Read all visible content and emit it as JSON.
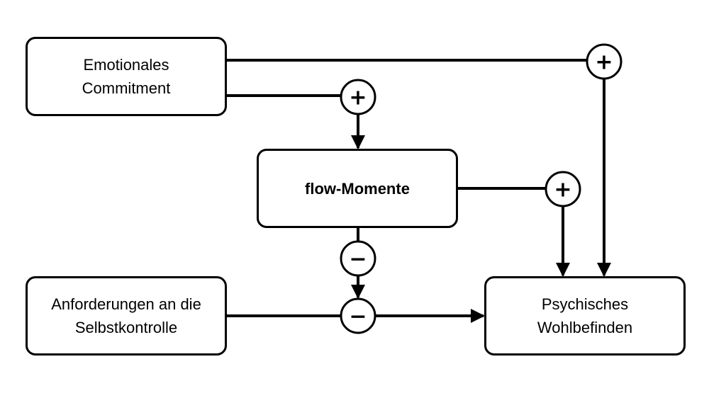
{
  "boxes": {
    "commitment": {
      "line1": "Emotionales",
      "line2": "Commitment"
    },
    "flow": {
      "label": "flow-Momente"
    },
    "selfcontrol": {
      "line1": "Anforderungen an die",
      "line2": "Selbstkontrolle"
    },
    "wellbeing": {
      "line1": "Psychisches",
      "line2": "Wohlbefinden"
    }
  },
  "signs": {
    "commitment_to_wellbeing": "+",
    "commitment_to_flow": "+",
    "flow_to_wellbeing": "+",
    "flow_moderation": "−",
    "selfcontrol_to_wellbeing": "−"
  },
  "colors": {
    "stroke": "#000000",
    "background": "#ffffff"
  }
}
